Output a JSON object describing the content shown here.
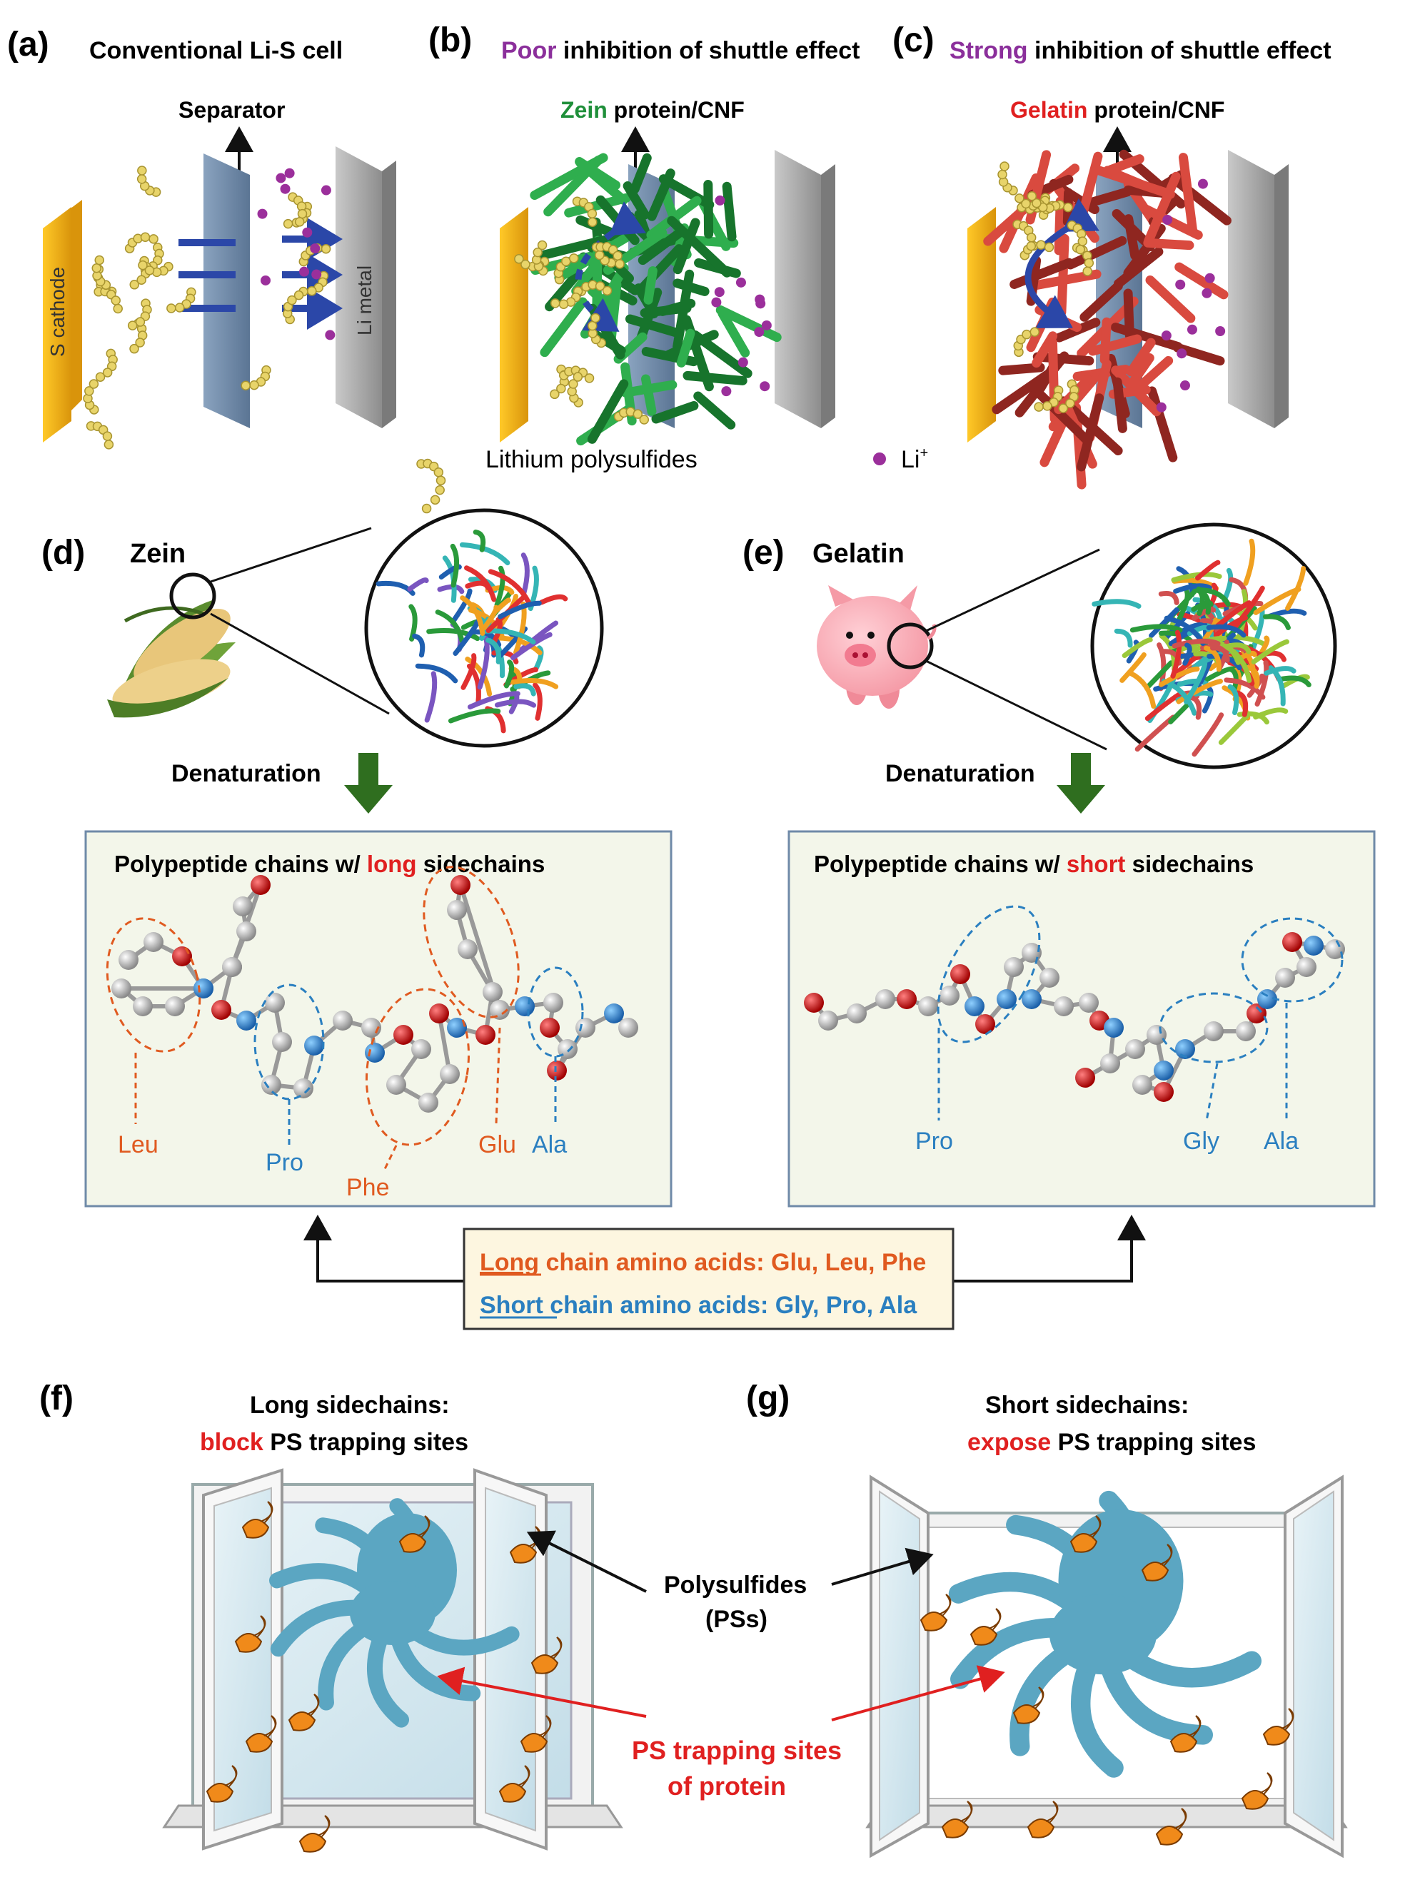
{
  "colors": {
    "purple": "#8b2f9b",
    "green": "#1f8f3a",
    "red": "#e02020",
    "orange": "#e05a20",
    "blue": "#2a7fc0",
    "cathode": "#f2b21c",
    "separator": "#6f8aa8",
    "li_metal": "#a7a7a7",
    "octopus": "#5ba6c2",
    "shrimp": "#f08a1a",
    "box_fill": "#f3f6ea",
    "legend_fill": "#fdf6e0"
  },
  "panels": {
    "a": {
      "label": "(a)",
      "title": "Conventional Li-S cell",
      "separator_label": "Separator",
      "cathode_label": "S cathode",
      "anode_label": "Li metal"
    },
    "b": {
      "label": "(b)",
      "title_highlight": "Poor",
      "title_rest": " inhibition of shuttle effect",
      "material_highlight": "Zein",
      "material_rest": " protein/CNF"
    },
    "c": {
      "label": "(c)",
      "title_highlight": "Strong",
      "title_rest": " inhibition of shuttle effect",
      "material_highlight": "Gelatin",
      "material_rest": " protein/CNF"
    },
    "legend": {
      "polysulfide": "Lithium polysulfides",
      "li_ion": "Li",
      "li_ion_sup": "+"
    },
    "d": {
      "label": "(d)",
      "name": "Zein",
      "process": "Denaturation",
      "box_prefix": "Polypeptide chains w/ ",
      "box_highlight": "long",
      "box_suffix": " sidechains",
      "residues": [
        {
          "name": "Leu",
          "type": "long"
        },
        {
          "name": "Pro",
          "type": "short"
        },
        {
          "name": "Phe",
          "type": "long"
        },
        {
          "name": "Glu",
          "type": "long"
        },
        {
          "name": "Ala",
          "type": "short"
        }
      ]
    },
    "e": {
      "label": "(e)",
      "name": "Gelatin",
      "process": "Denaturation",
      "box_prefix": "Polypeptide chains w/ ",
      "box_highlight": "short",
      "box_suffix": " sidechains",
      "residues": [
        {
          "name": "Pro",
          "type": "short"
        },
        {
          "name": "Gly",
          "type": "short"
        },
        {
          "name": "Ala",
          "type": "short"
        }
      ]
    },
    "amino_legend": {
      "long_word": "Long",
      "long_rest": " chain amino acids: Glu, Leu, Phe",
      "short_word": "Short",
      "short_rest": " chain amino acids: Gly, Pro, Ala"
    },
    "f": {
      "label": "(f)",
      "line1": "Long sidechains:",
      "line2_highlight": "block",
      "line2_rest": " PS trapping sites"
    },
    "g": {
      "label": "(g)",
      "line1": "Short sidechains:",
      "line2_highlight": "expose",
      "line2_rest": " PS trapping sites"
    },
    "callouts": {
      "ps_line1": "Polysulfides",
      "ps_line2": "(PSs)",
      "trap_line1": "PS trapping sites",
      "trap_line2": "of protein"
    }
  }
}
